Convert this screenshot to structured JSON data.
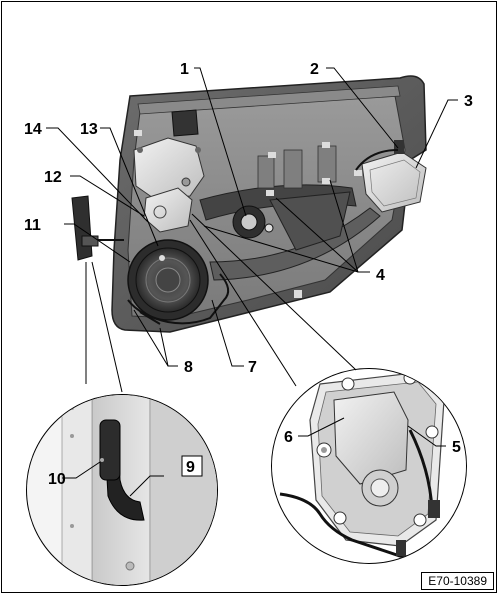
{
  "figure_id": "E70-10389",
  "callouts": {
    "c1": "1",
    "c2": "2",
    "c3": "3",
    "c4": "4",
    "c5": "5",
    "c6": "6",
    "c7": "7",
    "c8": "8",
    "c9": "9",
    "c10": "10",
    "c11": "11",
    "c12": "12",
    "c13": "13",
    "c14": "14"
  }
}
